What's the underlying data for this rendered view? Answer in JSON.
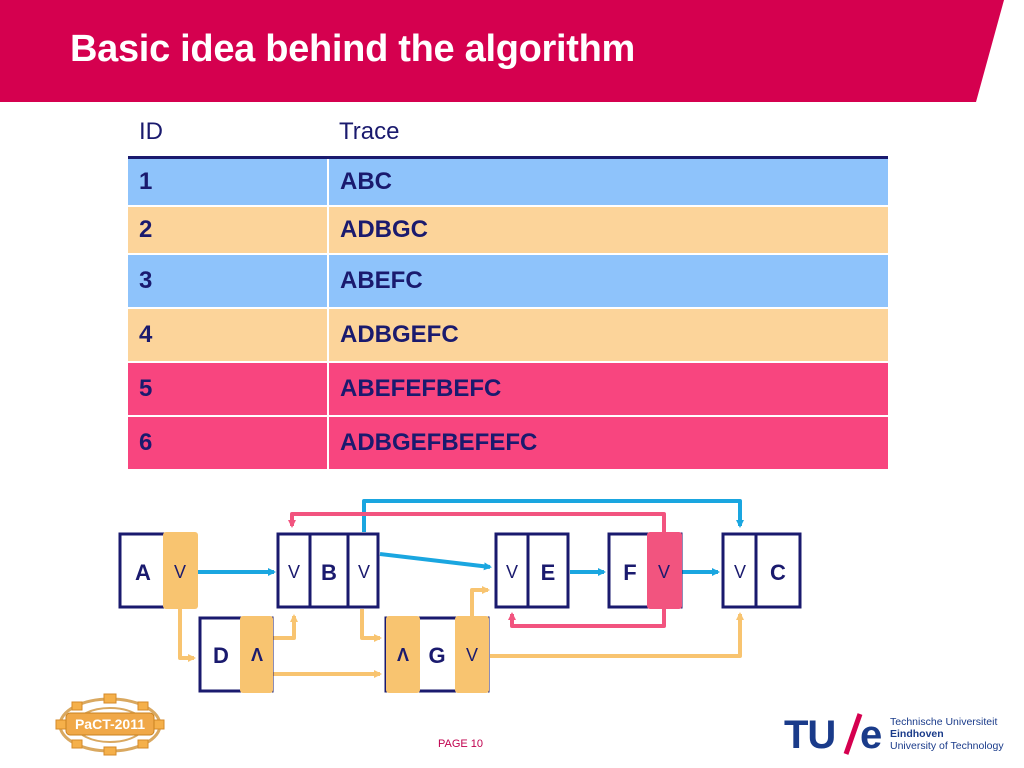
{
  "title": "Basic idea behind the algorithm",
  "colors": {
    "brand_red": "#d5004f",
    "row_blue": "#8ec3fb",
    "row_orange": "#fcd49a",
    "row_pink": "#f8457f",
    "arrow_blue": "#1aa6e0",
    "arrow_orange": "#f8c470",
    "arrow_pink": "#f2547f",
    "node_border": "#1a1a6e"
  },
  "table": {
    "headers": [
      "ID",
      "Trace"
    ],
    "rows": [
      {
        "id": "1",
        "trace": "ABC",
        "color": "#8ec3fb"
      },
      {
        "id": "2",
        "trace": "ADBGC",
        "color": "#fcd49a"
      },
      {
        "id": "3",
        "trace": "ABEFC",
        "color": "#8ec3fb"
      },
      {
        "id": "4",
        "trace": "ADBGEFC",
        "color": "#fcd49a"
      },
      {
        "id": "5",
        "trace": "ABEFEFBEFC",
        "color": "#f8457f"
      },
      {
        "id": "6",
        "trace": "ADBGEFBEFEFC",
        "color": "#f8457f"
      }
    ]
  },
  "diagram": {
    "nodes": {
      "A": "A",
      "B": "B",
      "C": "C",
      "D": "D",
      "E": "E",
      "F": "F",
      "G": "G"
    },
    "ports": {
      "or": "V",
      "and": "Λ"
    }
  },
  "footer": {
    "page": "PAGE 10",
    "pact_logo_text": "PaCT-2011",
    "tue_logo_text": "TU/e",
    "tue_line1": "Technische Universiteit",
    "tue_line2": "Eindhoven",
    "tue_line3": "University of Technology"
  }
}
